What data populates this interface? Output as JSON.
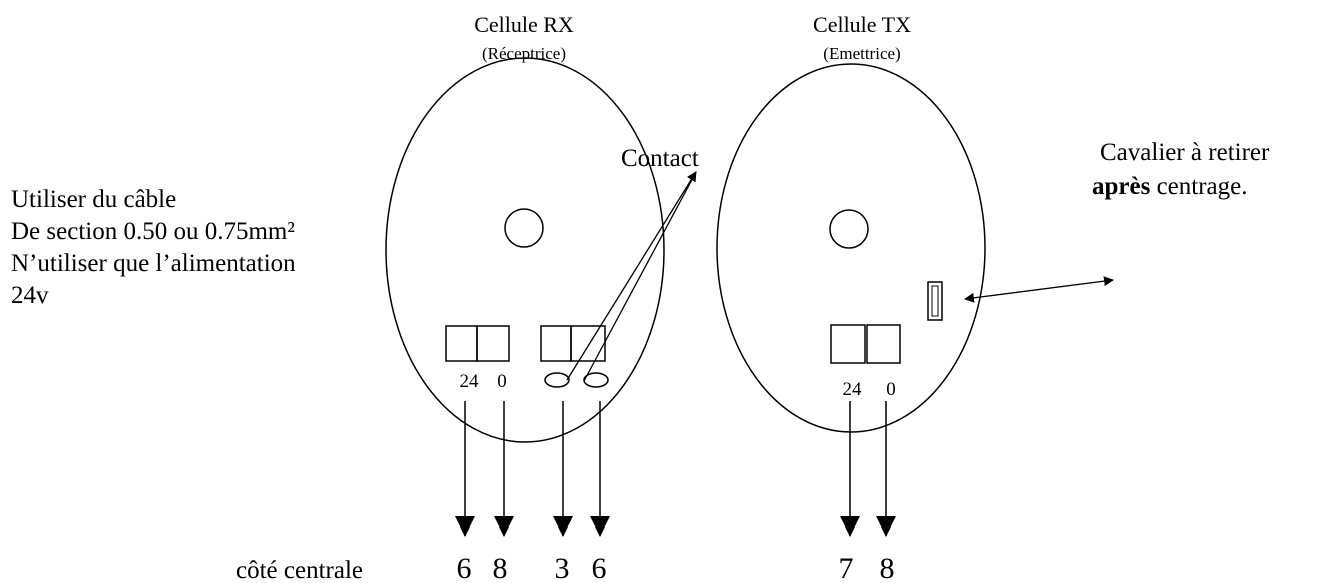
{
  "rx": {
    "title": "Cellule RX",
    "subtitle": "(Réceptrice)",
    "contact_label": "Contact",
    "terminal_24": "24",
    "terminal_0": "0"
  },
  "tx": {
    "title": "Cellule TX",
    "subtitle": "(Emettrice)",
    "terminal_24": "24",
    "terminal_0": "0"
  },
  "cavalier": {
    "line1": "Cavalier à retirer",
    "line2_bold": "après",
    "line2_rest": " centrage."
  },
  "instructions": [
    "Utiliser du câble",
    "De section 0.50 ou 0.75mm²",
    "N’utiliser que l’alimentation",
    "24v"
  ],
  "bottom": {
    "label": "côté centrale",
    "rx_numbers": [
      "6",
      "8",
      "3",
      "6"
    ],
    "tx_numbers": [
      "7",
      "8"
    ]
  },
  "colors": {
    "stroke": "#000000",
    "background": "#ffffff"
  }
}
